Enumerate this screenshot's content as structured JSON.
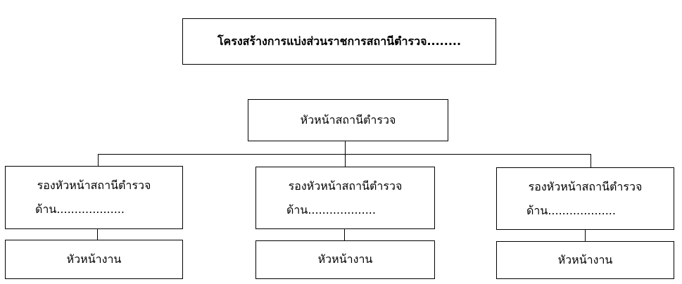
{
  "title": "โครงสร้างการแบ่งส่วนราชการสถานีตำรวจ........",
  "head": "หัวหน้าสถานีตำรวจ",
  "deputies": [
    {
      "line1": "รองหัวหน้าสถานีตำรวจ",
      "line2": "ด้าน...................",
      "section": "หัวหน้างาน"
    },
    {
      "line1": "รองหัวหน้าสถานีตำรวจ",
      "line2": "ด้าน...................",
      "section": "หัวหน้างาน"
    },
    {
      "line1": "รองหัวหน้าสถานีตำรวจ",
      "line2": "ด้าน...................",
      "section": "หัวหน้างาน"
    }
  ]
}
